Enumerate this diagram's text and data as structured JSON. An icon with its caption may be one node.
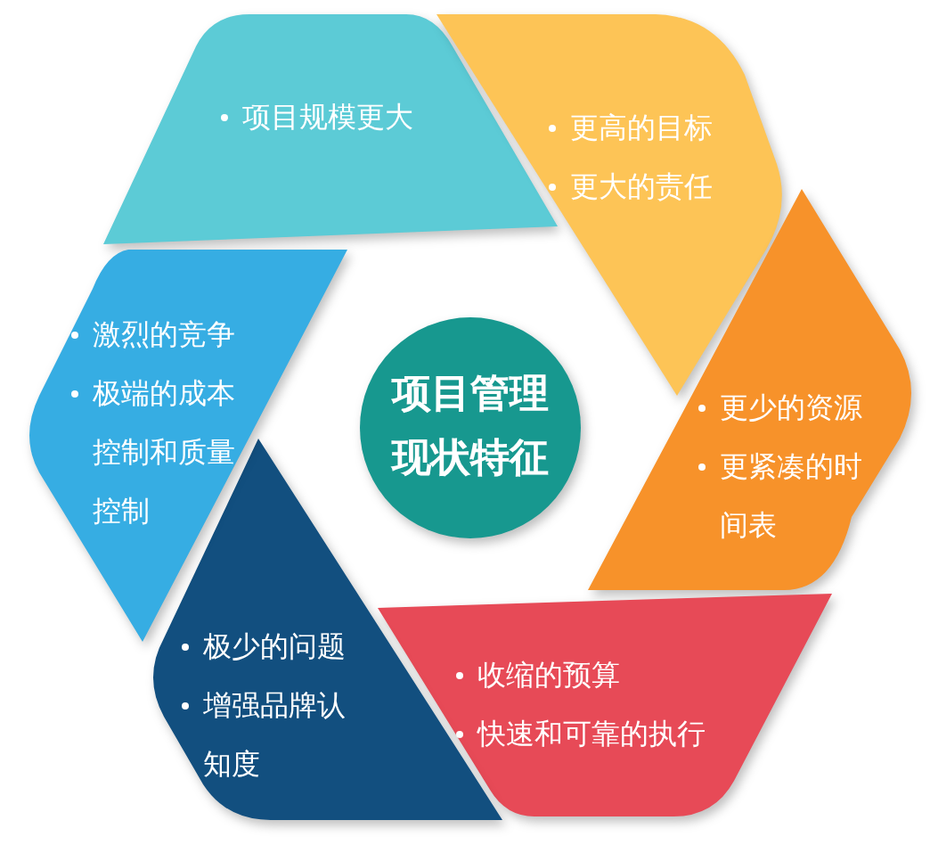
{
  "diagram": {
    "nodes": [
      {
        "text": [
          "项目管理现状特征"
        ]
      },
      {
        "text": [
          "项目规模更大"
        ]
      },
      {
        "text": [
          "更高的目标",
          "更大的责任"
        ]
      },
      {
        "text": [
          "更少的资源",
          "更紧凑的时间表"
        ]
      },
      {
        "text": [
          "收缩的预算",
          "快速和可靠的执行"
        ]
      },
      {
        "text": [
          "极少的问题",
          "增强品牌认知度"
        ]
      },
      {
        "text": [
          "激烈的竞争",
          "极端的成本控制和质量控制"
        ]
      }
    ]
  }
}
